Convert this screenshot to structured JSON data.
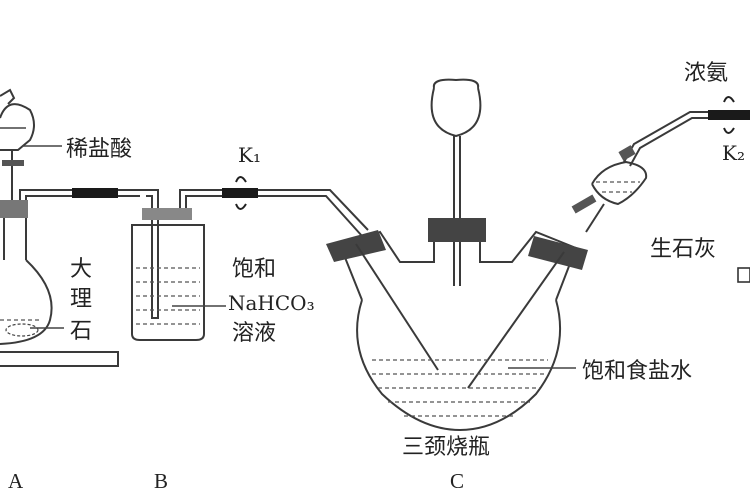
{
  "labels": {
    "dilute_hcl": "稀盐酸",
    "marble_1": "大",
    "marble_2": "理",
    "marble_3": "石",
    "k1": "K₁",
    "k2": "K₂",
    "sat_nahco3_1": "饱和",
    "sat_nahco3_2": "NaHCO₃",
    "sat_nahco3_3": "溶液",
    "conc_ammonia": "浓氨",
    "quicklime": "生石灰",
    "sat_brine": "饱和食盐水",
    "three_neck_flask": "三颈烧瓶",
    "letter_a": "A",
    "letter_b": "B",
    "letter_c": "C"
  }
}
